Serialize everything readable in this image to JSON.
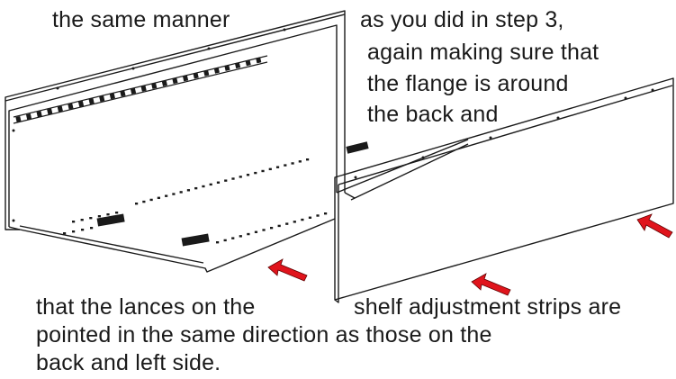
{
  "text": {
    "l1a": "the  same manner",
    "l1b": "as you did in step 3,",
    "l2": "again making sure that",
    "l3": "the flange is around",
    "l4": "the back and",
    "b1a": "that the lances on the",
    "b1b": "shelf adjustment strips are",
    "b2": "pointed in the same direction as those on the",
    "b3": "back and left side."
  },
  "colors": {
    "arrow": "#e0141c",
    "line": "#1a1a1a"
  }
}
